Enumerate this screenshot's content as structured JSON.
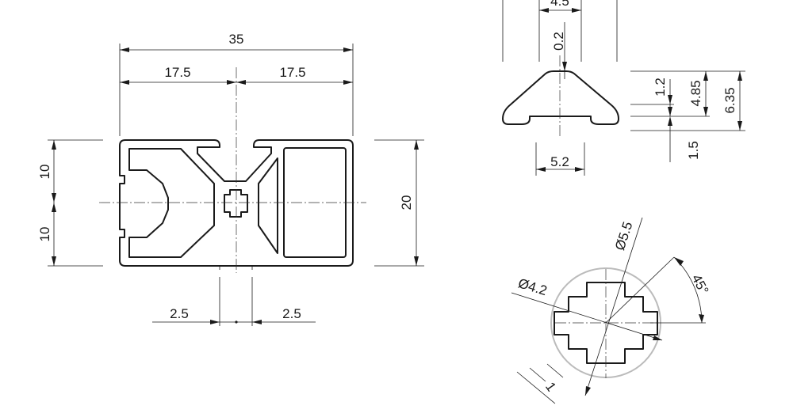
{
  "profile_view": {
    "dim_width_total": "35",
    "dim_half_left": "17.5",
    "dim_half_right": "17.5",
    "dim_height_upper": "10",
    "dim_height_lower": "10",
    "dim_height_total": "20",
    "dim_slot_left": "2.5",
    "dim_slot_right": "2.5"
  },
  "slot_detail": {
    "dim_top": "4.5",
    "dim_0_2": "0.2",
    "dim_1_2": "1.2",
    "dim_4_85": "4.85",
    "dim_6_35": "6.35",
    "dim_1_5": "1.5",
    "dim_5_2": "5.2"
  },
  "bore_detail": {
    "dim_inner_dia": "Ø4.2",
    "dim_outer_dia": "Ø5.5",
    "dim_angle": "45°",
    "dim_web": "1"
  }
}
